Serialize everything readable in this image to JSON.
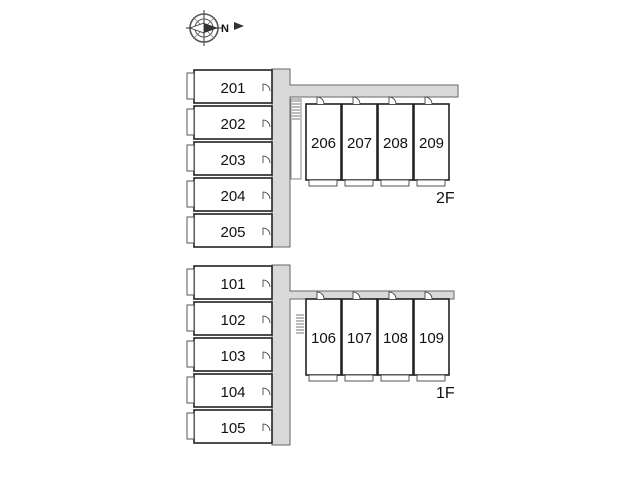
{
  "compass": {
    "label": "N",
    "icon": "compass-rose-icon"
  },
  "floors": [
    {
      "label": "2F",
      "left_units": [
        "201",
        "202",
        "203",
        "204",
        "205"
      ],
      "right_units": [
        "206",
        "207",
        "208",
        "209"
      ]
    },
    {
      "label": "1F",
      "left_units": [
        "101",
        "102",
        "103",
        "104",
        "105"
      ],
      "right_units": [
        "106",
        "107",
        "108",
        "109"
      ]
    }
  ],
  "colors": {
    "corridor": "#d9d9d9",
    "wall": "#222222",
    "unit_fill": "#ffffff"
  }
}
